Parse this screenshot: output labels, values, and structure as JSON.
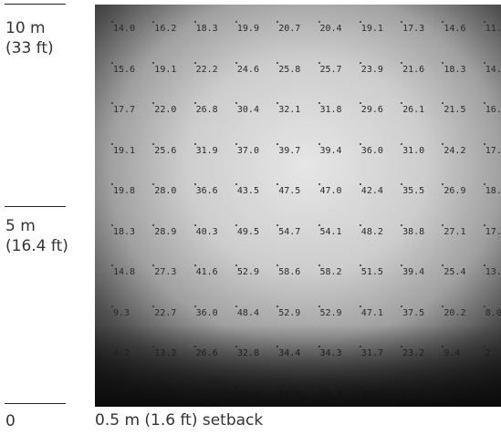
{
  "scale": {
    "top_label_line1": "10 m",
    "top_label_line2": "(33 ft)",
    "mid_label_line1": "5 m",
    "mid_label_line2": "(16.4 ft)",
    "zero_label": "0",
    "setback_label": "0.5 m (1.6 ft) setback"
  },
  "grid_values": [
    [
      "14.0",
      "16.2",
      "18.3",
      "19.9",
      "20.7",
      "20.4",
      "19.1",
      "17.3",
      "14.6",
      "11."
    ],
    [
      "15.6",
      "19.1",
      "22.2",
      "24.6",
      "25.8",
      "25.7",
      "23.9",
      "21.6",
      "18.3",
      "14."
    ],
    [
      "17.7",
      "22.0",
      "26.8",
      "30.4",
      "32.1",
      "31.8",
      "29.6",
      "26.1",
      "21.5",
      "16."
    ],
    [
      "19.1",
      "25.6",
      "31.9",
      "37.0",
      "39.7",
      "39.4",
      "36.0",
      "31.0",
      "24.2",
      "17."
    ],
    [
      "19.8",
      "28.0",
      "36.6",
      "43.5",
      "47.5",
      "47.0",
      "42.4",
      "35.5",
      "26.9",
      "18."
    ],
    [
      "18.3",
      "28.9",
      "40.3",
      "49.5",
      "54.7",
      "54.1",
      "48.2",
      "38.8",
      "27.1",
      "17."
    ],
    [
      "14.8",
      "27.3",
      "41.6",
      "52.9",
      "58.6",
      "58.2",
      "51.5",
      "39.4",
      "25.4",
      "13."
    ],
    [
      "9.3",
      "22.7",
      "36.0",
      "48.4",
      "52.9",
      "52.9",
      "47.1",
      "37.5",
      "20.2",
      "8.0"
    ],
    [
      "4.2",
      "13.3",
      "26.6",
      "32.8",
      "34.4",
      "34.3",
      "31.7",
      "23.2",
      "9.4",
      "2."
    ],
    [
      "5.8",
      "5.5",
      "14.2",
      "16.1",
      "16.3",
      "16.3",
      "15.7",
      "11.5",
      "2.5",
      "0."
    ]
  ]
}
